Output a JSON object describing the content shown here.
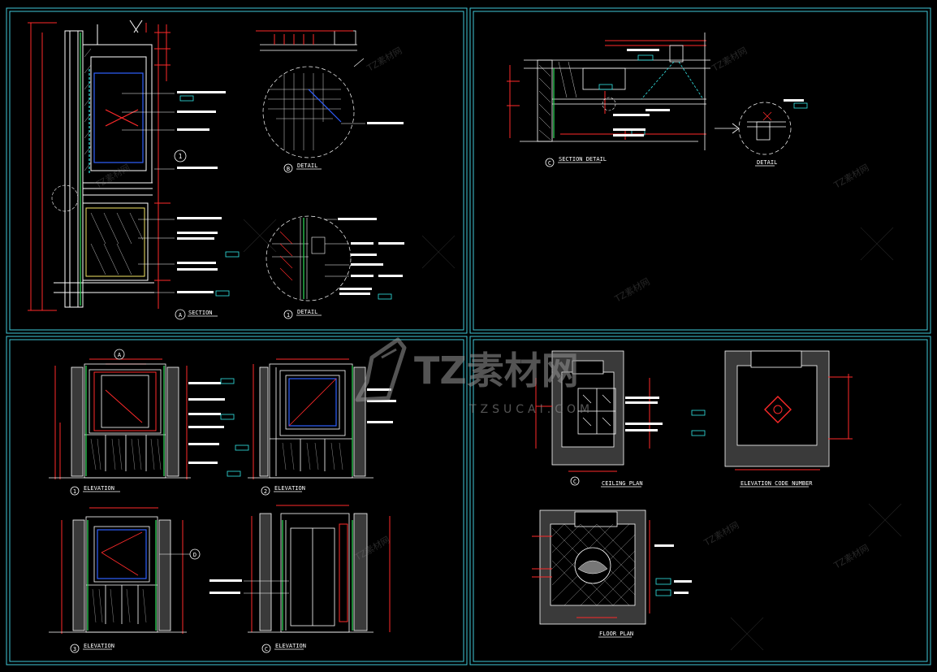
{
  "colors": {
    "background": "#000000",
    "frame": "#3fc8d8",
    "red": "#ff2a2a",
    "white": "#ffffff",
    "green": "#2ee05a",
    "cyan": "#33e6e6",
    "blue": "#3060ff",
    "yellow": "#f0e040",
    "watermark": "#8c8c8c"
  },
  "panels": {
    "section": {
      "a_marker": "A",
      "a_title": "SECTION",
      "b_marker": "B",
      "b_title": "DETAIL",
      "one_marker": "1",
      "one_title": "DETAIL",
      "callout_1": "1"
    },
    "section_detail": {
      "c_marker": "C",
      "c_title": "SECTION DETAIL",
      "detail_title": "DETAIL"
    },
    "elevations": {
      "e1_marker": "1",
      "e1_title": "ELEVATION",
      "e2_marker": "2",
      "e2_title": "ELEVATION",
      "e3_marker": "3",
      "e3_title": "ELEVATION",
      "e4_marker": "C",
      "e4_title": "ELEVATION",
      "top_marker": "A",
      "side_marker": "D"
    },
    "plans": {
      "ceiling_title": "CEILING PLAN",
      "code_title": "ELEVATION CODE NUMBER",
      "floor_title": "FLOOR PLAN",
      "ceiling_marker": "C"
    }
  },
  "watermark": {
    "brand": "TZ素材网",
    "sub": "TZSUCAI.COM",
    "tile": "TZ素材网"
  }
}
